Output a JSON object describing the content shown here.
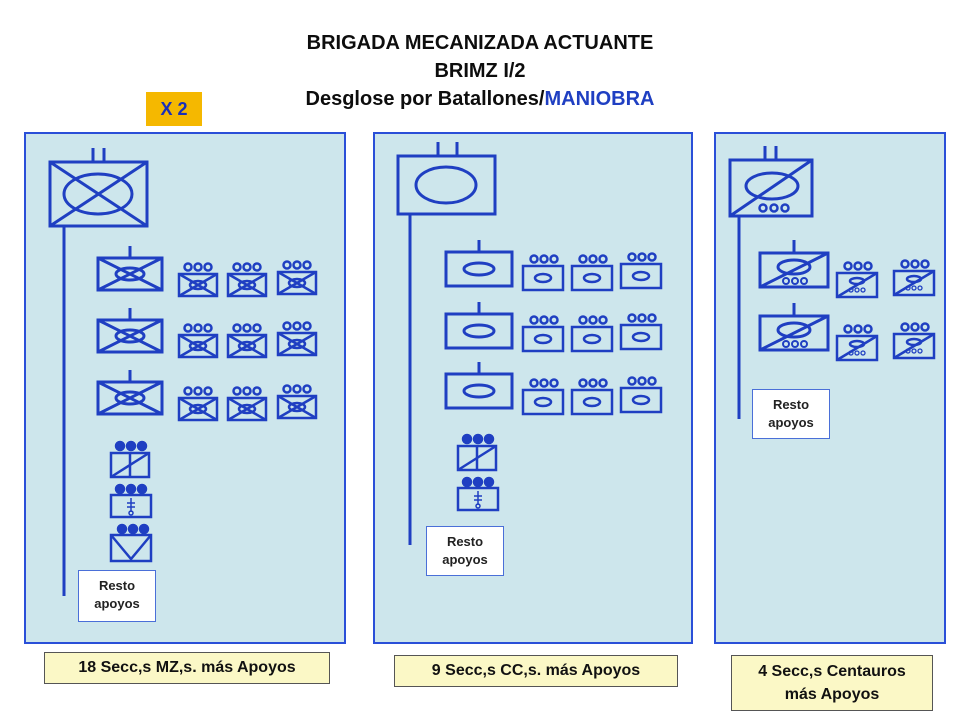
{
  "header": {
    "line1": "BRIGADA MECANIZADA ACTUANTE",
    "line2": "BRIMZ I/2",
    "line3_prefix": "Desglose por Batallones/",
    "line3_accent": "MANIOBRA"
  },
  "multiplier": "X 2",
  "panels": [
    {
      "resto": [
        "Resto",
        "apoyos"
      ],
      "caption": "18 Secc,s MZ,s. más Apoyos"
    },
    {
      "resto": [
        "Resto",
        "apoyos"
      ],
      "caption": "9 Secc,s CC,s. más Apoyos"
    },
    {
      "resto": [
        "Resto",
        "apoyos"
      ],
      "caption_lines": [
        "4 Secc,s Centauros",
        "más Apoyos"
      ]
    }
  ],
  "colors": {
    "symbol": "#1f3fc2",
    "panel": "#cde6ec",
    "caption_bg": "#fbf8c6",
    "badge": "#f5b800"
  }
}
